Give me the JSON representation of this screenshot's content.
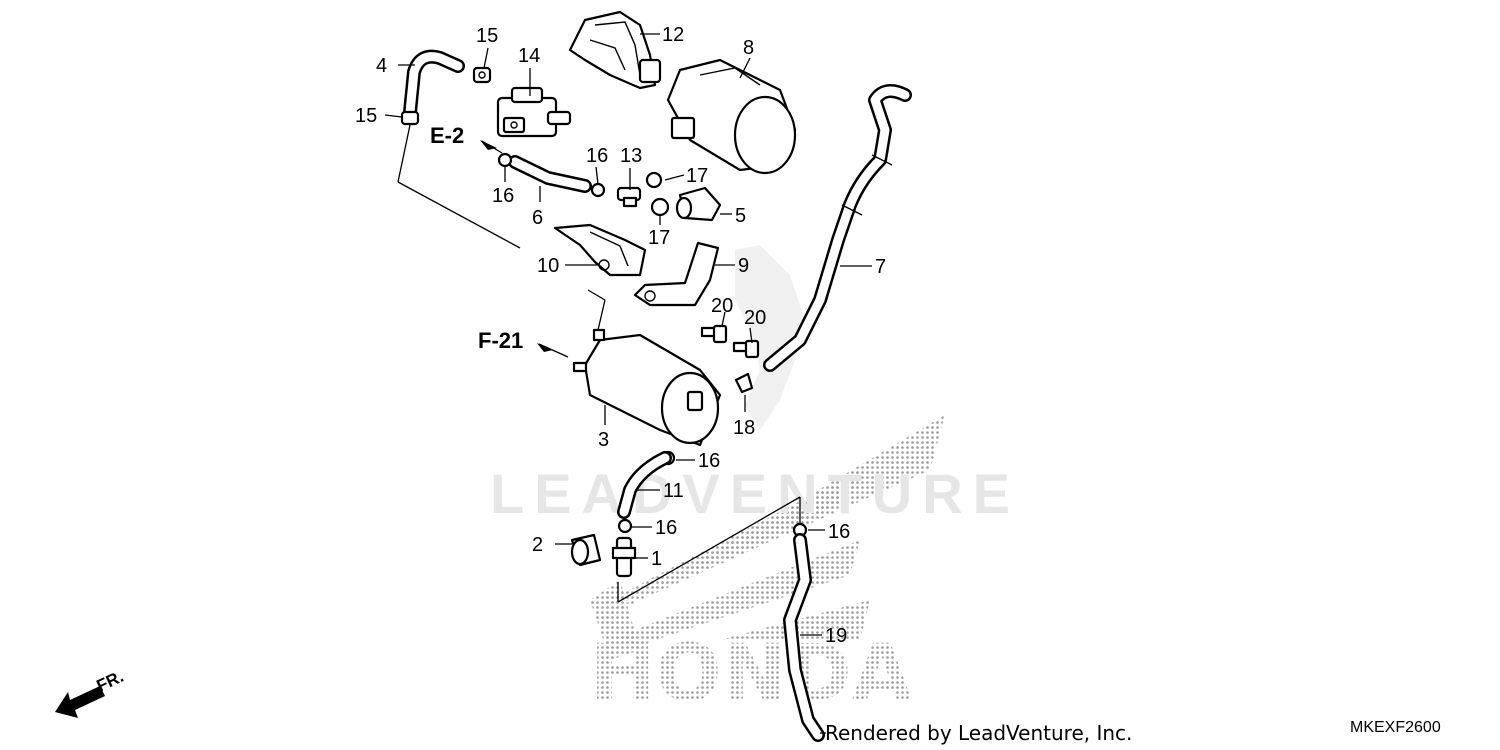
{
  "watermark": {
    "text": "LEADVENTURE",
    "logo_text": "HONDA"
  },
  "refs": {
    "e2": "E-2",
    "f21": "F-21"
  },
  "callouts": [
    {
      "id": "1",
      "text": "1"
    },
    {
      "id": "2",
      "text": "2"
    },
    {
      "id": "3",
      "text": "3"
    },
    {
      "id": "4",
      "text": "4"
    },
    {
      "id": "5",
      "text": "5"
    },
    {
      "id": "6",
      "text": "6"
    },
    {
      "id": "7",
      "text": "7"
    },
    {
      "id": "8",
      "text": "8"
    },
    {
      "id": "9",
      "text": "9"
    },
    {
      "id": "10",
      "text": "10"
    },
    {
      "id": "11",
      "text": "11"
    },
    {
      "id": "12",
      "text": "12"
    },
    {
      "id": "13",
      "text": "13"
    },
    {
      "id": "14",
      "text": "14"
    },
    {
      "id": "15a",
      "text": "15"
    },
    {
      "id": "15b",
      "text": "15"
    },
    {
      "id": "16a",
      "text": "16"
    },
    {
      "id": "16b",
      "text": "16"
    },
    {
      "id": "16c",
      "text": "16"
    },
    {
      "id": "16d",
      "text": "16"
    },
    {
      "id": "16e",
      "text": "16"
    },
    {
      "id": "17a",
      "text": "17"
    },
    {
      "id": "17b",
      "text": "17"
    },
    {
      "id": "18",
      "text": "18"
    },
    {
      "id": "19",
      "text": "19"
    },
    {
      "id": "20a",
      "text": "20"
    },
    {
      "id": "20b",
      "text": "20"
    }
  ],
  "front_indicator": "FR.",
  "footer": {
    "rendered_by": "Rendered by LeadVenture, Inc.",
    "diagram_code": "MKEXF2600"
  }
}
